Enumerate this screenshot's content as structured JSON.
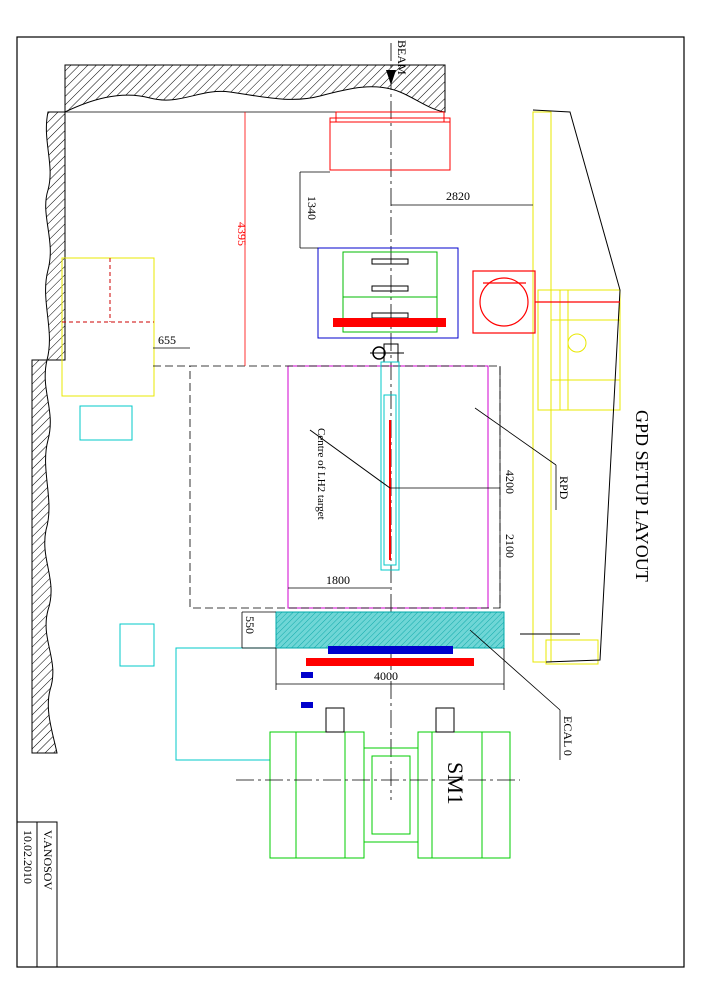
{
  "drawing": {
    "title": "GPD SETUP LAYOUT",
    "beam_label": "BEAM",
    "labels": {
      "rpd": "RPD",
      "ecal": "ECAL 0",
      "sm1": "SM1",
      "target_centre": "Centre of LH2 target"
    },
    "dimensions": {
      "d4395": "4395",
      "d1340": "1340",
      "d2820": "2820",
      "d655": "655",
      "d4200": "4200",
      "d2100": "2100",
      "d1800": "1800",
      "d550": "550",
      "d4000": "4000"
    },
    "title_block": {
      "author": "V.ANOSOV",
      "date": "10.02.2010"
    }
  },
  "colors": {
    "outline": "#000000",
    "red": "#ff0000",
    "yellow": "#e8e800",
    "green": "#00cc00",
    "blue": "#0000cc",
    "cyan": "#00c8c8",
    "magenta": "#d000d0",
    "ecal_fill": "#5ecfd0"
  }
}
